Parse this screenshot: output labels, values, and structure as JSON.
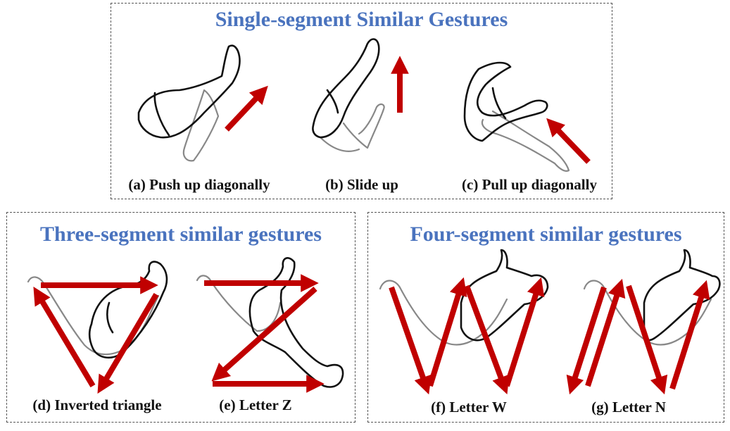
{
  "panels": {
    "single": {
      "title": "Single-segment Similar Gestures",
      "captions": [
        "(a) Push up diagonally",
        "(b) Slide up",
        "(c) Pull up diagonally"
      ]
    },
    "three": {
      "title": "Three-segment similar gestures",
      "captions": [
        "(d) Inverted triangle",
        "(e) Letter Z"
      ]
    },
    "four": {
      "title": "Four-segment similar gestures",
      "captions": [
        "(f) Letter W",
        "(g) Letter N"
      ]
    }
  },
  "colors": {
    "title": "#4a73be",
    "arrow": "#c00000",
    "border": "#555555",
    "arm_outline": "#111111",
    "arm_ghost": "#888888"
  }
}
